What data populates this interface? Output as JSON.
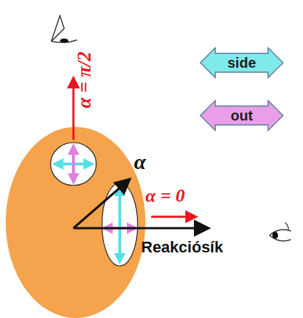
{
  "diagram": {
    "labels": [
      "α = π/2",
      "α",
      "α = 0",
      "Reakciósík"
    ],
    "legend": [
      {
        "text": "side",
        "color": "#7fe9ec"
      },
      {
        "text": "out",
        "color": "#ea9ee8"
      }
    ]
  }
}
